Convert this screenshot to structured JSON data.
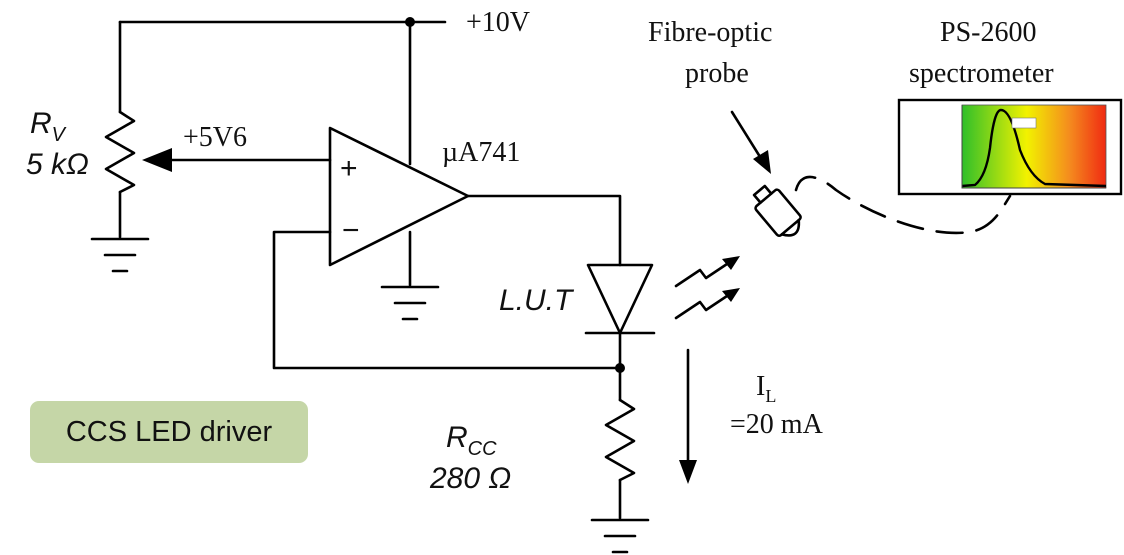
{
  "labels": {
    "supply": "+10V",
    "wiper_voltage": "+5V6",
    "opamp": "µA741",
    "opamp_plus": "+",
    "opamp_minus": "−",
    "rv_symbol": "R",
    "rv_sub": "V",
    "rv_value": "5 kΩ",
    "lut": "L.U.T",
    "rcc_symbol": "R",
    "rcc_sub": "CC",
    "rcc_value": "280 Ω",
    "current_symbol": "I",
    "current_sub": "L",
    "current_value": "=20 mA",
    "probe_line1": "Fibre-optic",
    "probe_line2": "probe",
    "spectrometer_line1": "PS-2600",
    "spectrometer_line2": "spectrometer",
    "badge": "CCS LED driver"
  },
  "colors": {
    "wire": "#000000",
    "badge_bg": "#c5d6a7",
    "spectrum_green": "#2fbf2a",
    "spectrum_yellow": "#f2f200",
    "spectrum_orange": "#f48a1e",
    "spectrum_red": "#f02a12"
  }
}
